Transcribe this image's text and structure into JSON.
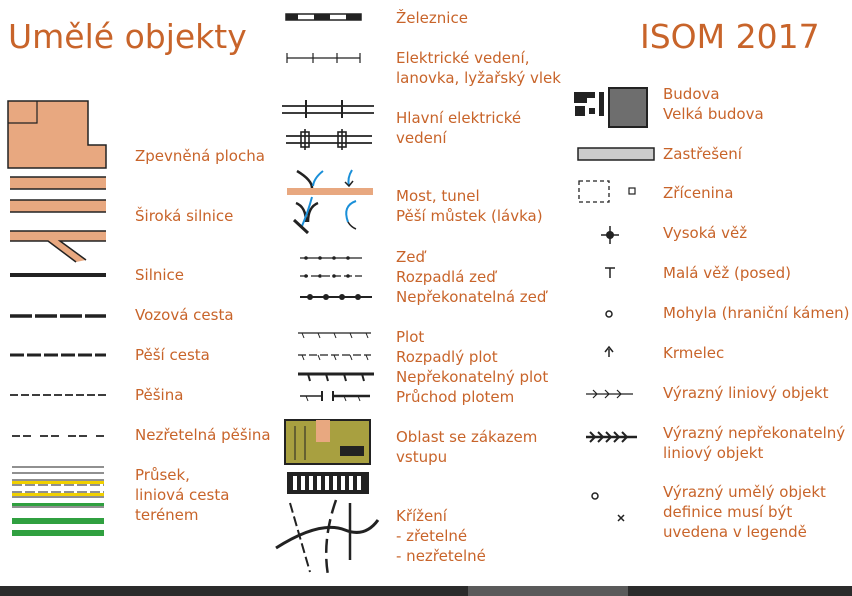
{
  "header": {
    "title": "Umělé objekty",
    "standard": "ISOM 2017"
  },
  "colors": {
    "text": "#c8642a",
    "paved": "#e8a880",
    "olive": "#a8a040",
    "yellow": "#f0d000",
    "green": "#30a040",
    "water": "#1a8fd8",
    "building": "#6e6e6e",
    "canopy": "#cccccc"
  },
  "labels": {
    "zpevnena_plocha": [
      "Zpevněná plocha"
    ],
    "siroka_silnice": [
      "Široká silnice"
    ],
    "silnice": [
      "Silnice"
    ],
    "vozova_cesta": [
      "Vozová cesta"
    ],
    "pesi_cesta": [
      "Pěší cesta"
    ],
    "pesina": [
      "Pěšina"
    ],
    "nezretelna_pesina": [
      "Nezřetelná pěšina"
    ],
    "prusek": [
      "Průsek,",
      "liniová cesta",
      "terénem"
    ],
    "zeleznice": [
      "Železnice"
    ],
    "elektricke_vedeni": [
      "Elektrické vedení,",
      "lanovka, lyžařský vlek"
    ],
    "hlavni_vedeni": [
      "Hlavní elektrické",
      "vedení"
    ],
    "most": [
      "Most, tunel",
      "Pěší můstek (lávka)"
    ],
    "zed": [
      "Zeď",
      "Rozpadlá zeď",
      "Nepřekonatelná zeď"
    ],
    "plot": [
      "Plot",
      "Rozpadlý plot",
      "Nepřekonatelný plot",
      "Průchod plotem"
    ],
    "oblast_zakaz": [
      "Oblast se zákazem",
      "vstupu"
    ],
    "krizeni": [
      "Křížení",
      "- zřetelné",
      "- nezřetelné"
    ],
    "budova": [
      "Budova",
      "Velká budova"
    ],
    "zastreseni": [
      "Zastřešení"
    ],
    "zricenina": [
      "Zřícenina"
    ],
    "vysoka_vez": [
      "Vysoká věž"
    ],
    "mala_vez": [
      "Malá věž (posed)"
    ],
    "mohyla": [
      "Mohyla (hraniční kámen)"
    ],
    "krmelec": [
      "Krmelec"
    ],
    "liniovy_objekt": [
      "Výrazný liniový objekt"
    ],
    "neprekonatelny_liniovy": [
      "Výrazný nepřekonatelný",
      "liniový objekt"
    ],
    "umely_objekt": [
      "Výrazný umělý objekt",
      "definice musí být",
      "uvedena v legendě"
    ]
  }
}
